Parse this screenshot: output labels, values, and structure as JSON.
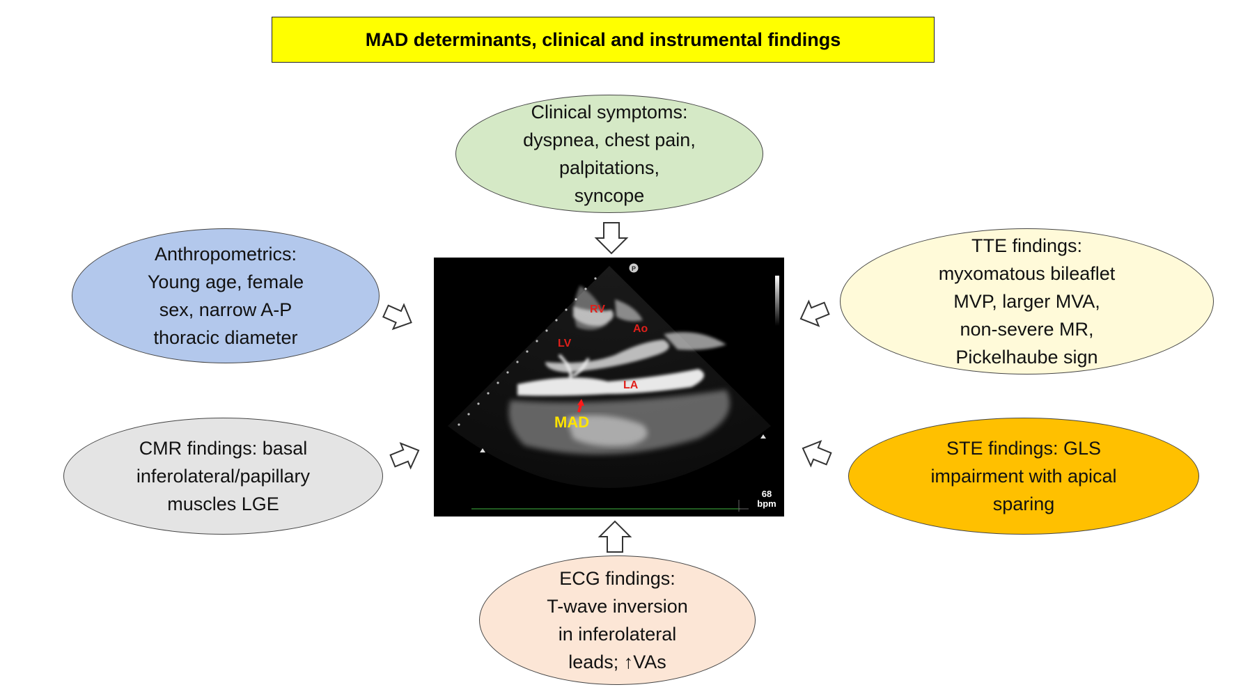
{
  "title": "MAD determinants, clinical and instrumental findings",
  "nodes": {
    "clinical": "Clinical symptoms:\ndyspnea, chest pain,\npalpitations,\nsyncope",
    "anthropometrics": "Anthropometrics:\nYoung age, female\nsex, narrow A-P\nthoracic diameter",
    "tte": "TTE findings:\nmyxomatous bileaflet\nMVP, larger MVA,\nnon-severe MR,\nPickelhaube sign",
    "cmr": "CMR findings: basal\ninferolateral/papillary\nmuscles LGE",
    "ste": "STE findings: GLS\nimpairment with apical\nsparing",
    "ecg": "ECG findings:\nT-wave inversion\nin inferolateral\nleads; ↑VAs"
  },
  "echo": {
    "labels": {
      "rv": "RV",
      "ao": "Ao",
      "lv": "LV",
      "la": "LA",
      "mad": "MAD"
    },
    "probe_marker": "P",
    "heart_rate_value": "68",
    "heart_rate_unit": "bpm",
    "label_color": "#e0201b",
    "mad_color": "#ffe400"
  },
  "colors": {
    "title_bg": "#ffff00",
    "clinical": "#d5e9c6",
    "anthropometrics": "#b3c8ec",
    "tte": "#fffad9",
    "cmr": "#e4e4e4",
    "ste": "#ffc000",
    "ecg": "#fce6d6"
  }
}
